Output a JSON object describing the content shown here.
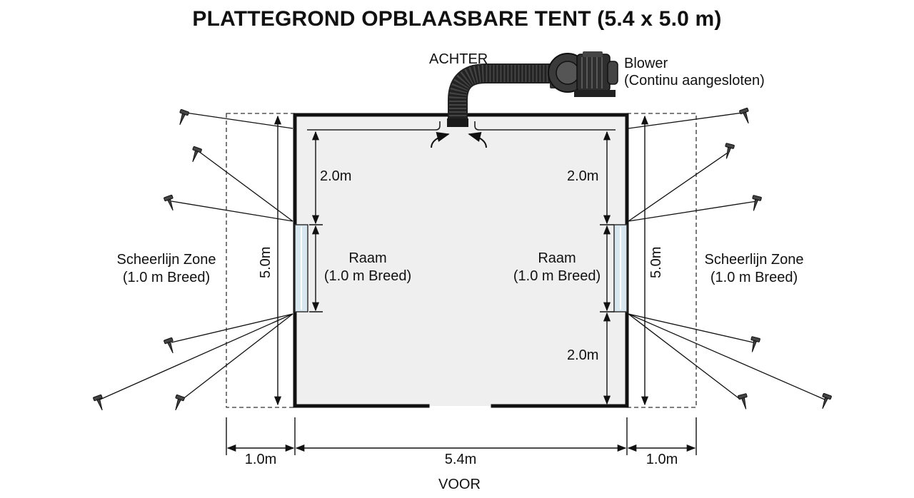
{
  "title": "PLATTEGROND OPBLAASBARE TENT (5.4 x 5.0 m)",
  "labels": {
    "back": "ACHTER",
    "front": "VOOR",
    "blower_line1": "Blower",
    "blower_line2": "(Continu aangesloten)",
    "guy_zone_left_line1": "Scheerlijn Zone",
    "guy_zone_left_line2": "(1.0 m Breed)",
    "guy_zone_right_line1": "Scheerlijn Zone",
    "guy_zone_right_line2": "(1.0 m Breed)",
    "window_left_line1": "Raam",
    "window_left_line2": "(1.0 m Breed)",
    "window_right_line1": "Raam",
    "window_right_line2": "(1.0 m Breed)"
  },
  "dimensions": {
    "width": "5.4m",
    "depth_left": "5.0m",
    "depth_right": "5.0m",
    "zone_left": "1.0m",
    "zone_right": "1.0m",
    "left_top_gap": "2.0m",
    "right_top_gap": "2.0m",
    "right_bottom_gap": "2.0m"
  },
  "colors": {
    "floor": "#efefef",
    "wall": "#111111",
    "window_fill": "#d8e6f0",
    "blower": "#3a3a3a"
  }
}
